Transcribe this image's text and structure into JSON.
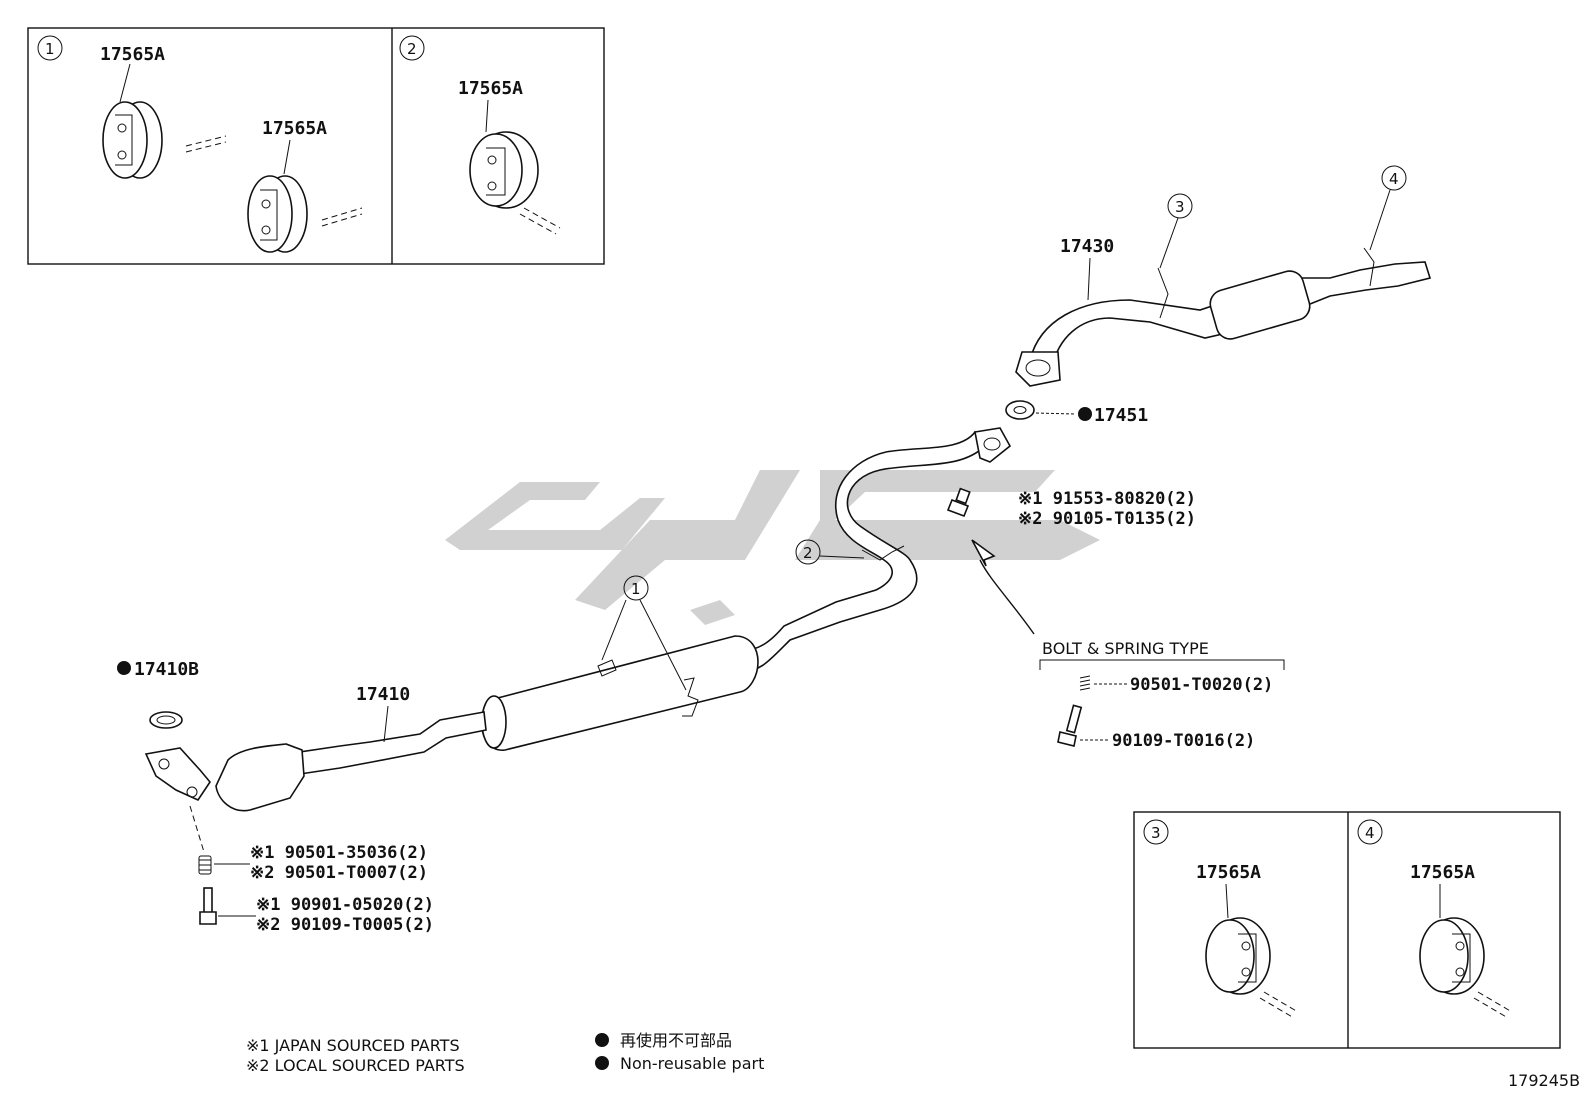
{
  "inset_boxes": [
    {
      "id": "1",
      "labels": [
        "17565A",
        "17565A"
      ]
    },
    {
      "id": "2",
      "labels": [
        "17565A"
      ]
    },
    {
      "id": "3",
      "labels": [
        "17565A"
      ]
    },
    {
      "id": "4",
      "labels": [
        "17565A"
      ]
    }
  ],
  "callouts": {
    "c1": "1",
    "c2": "2",
    "c3": "3",
    "c4": "4"
  },
  "parts": {
    "p17430": "17430",
    "p17451": "17451",
    "p17410": "17410",
    "p17410B": "17410B"
  },
  "flange_bolts": {
    "line1": "※1 91553-80820(2)",
    "line2": "※2 90105-T0135(2)"
  },
  "bolt_spring": {
    "title": "BOLT & SPRING TYPE",
    "spring": "90501-T0020(2)",
    "bolt": "90109-T0016(2)"
  },
  "front_fasteners": {
    "spring1": "※1  90501-35036(2)",
    "spring2": "※2  90501-T0007(2)",
    "bolt1": "※1  90901-05020(2)",
    "bolt2": "※2  90109-T0005(2)"
  },
  "legend": {
    "japan": "※1 JAPAN SOURCED PARTS",
    "local": "※2 LOCAL SOURCED PARTS",
    "nonreuse_jp": "再使用不可部品",
    "nonreuse_en": "Non-reusable part"
  },
  "figure_id": "179245B",
  "watermark_color": "#c9c9c9"
}
